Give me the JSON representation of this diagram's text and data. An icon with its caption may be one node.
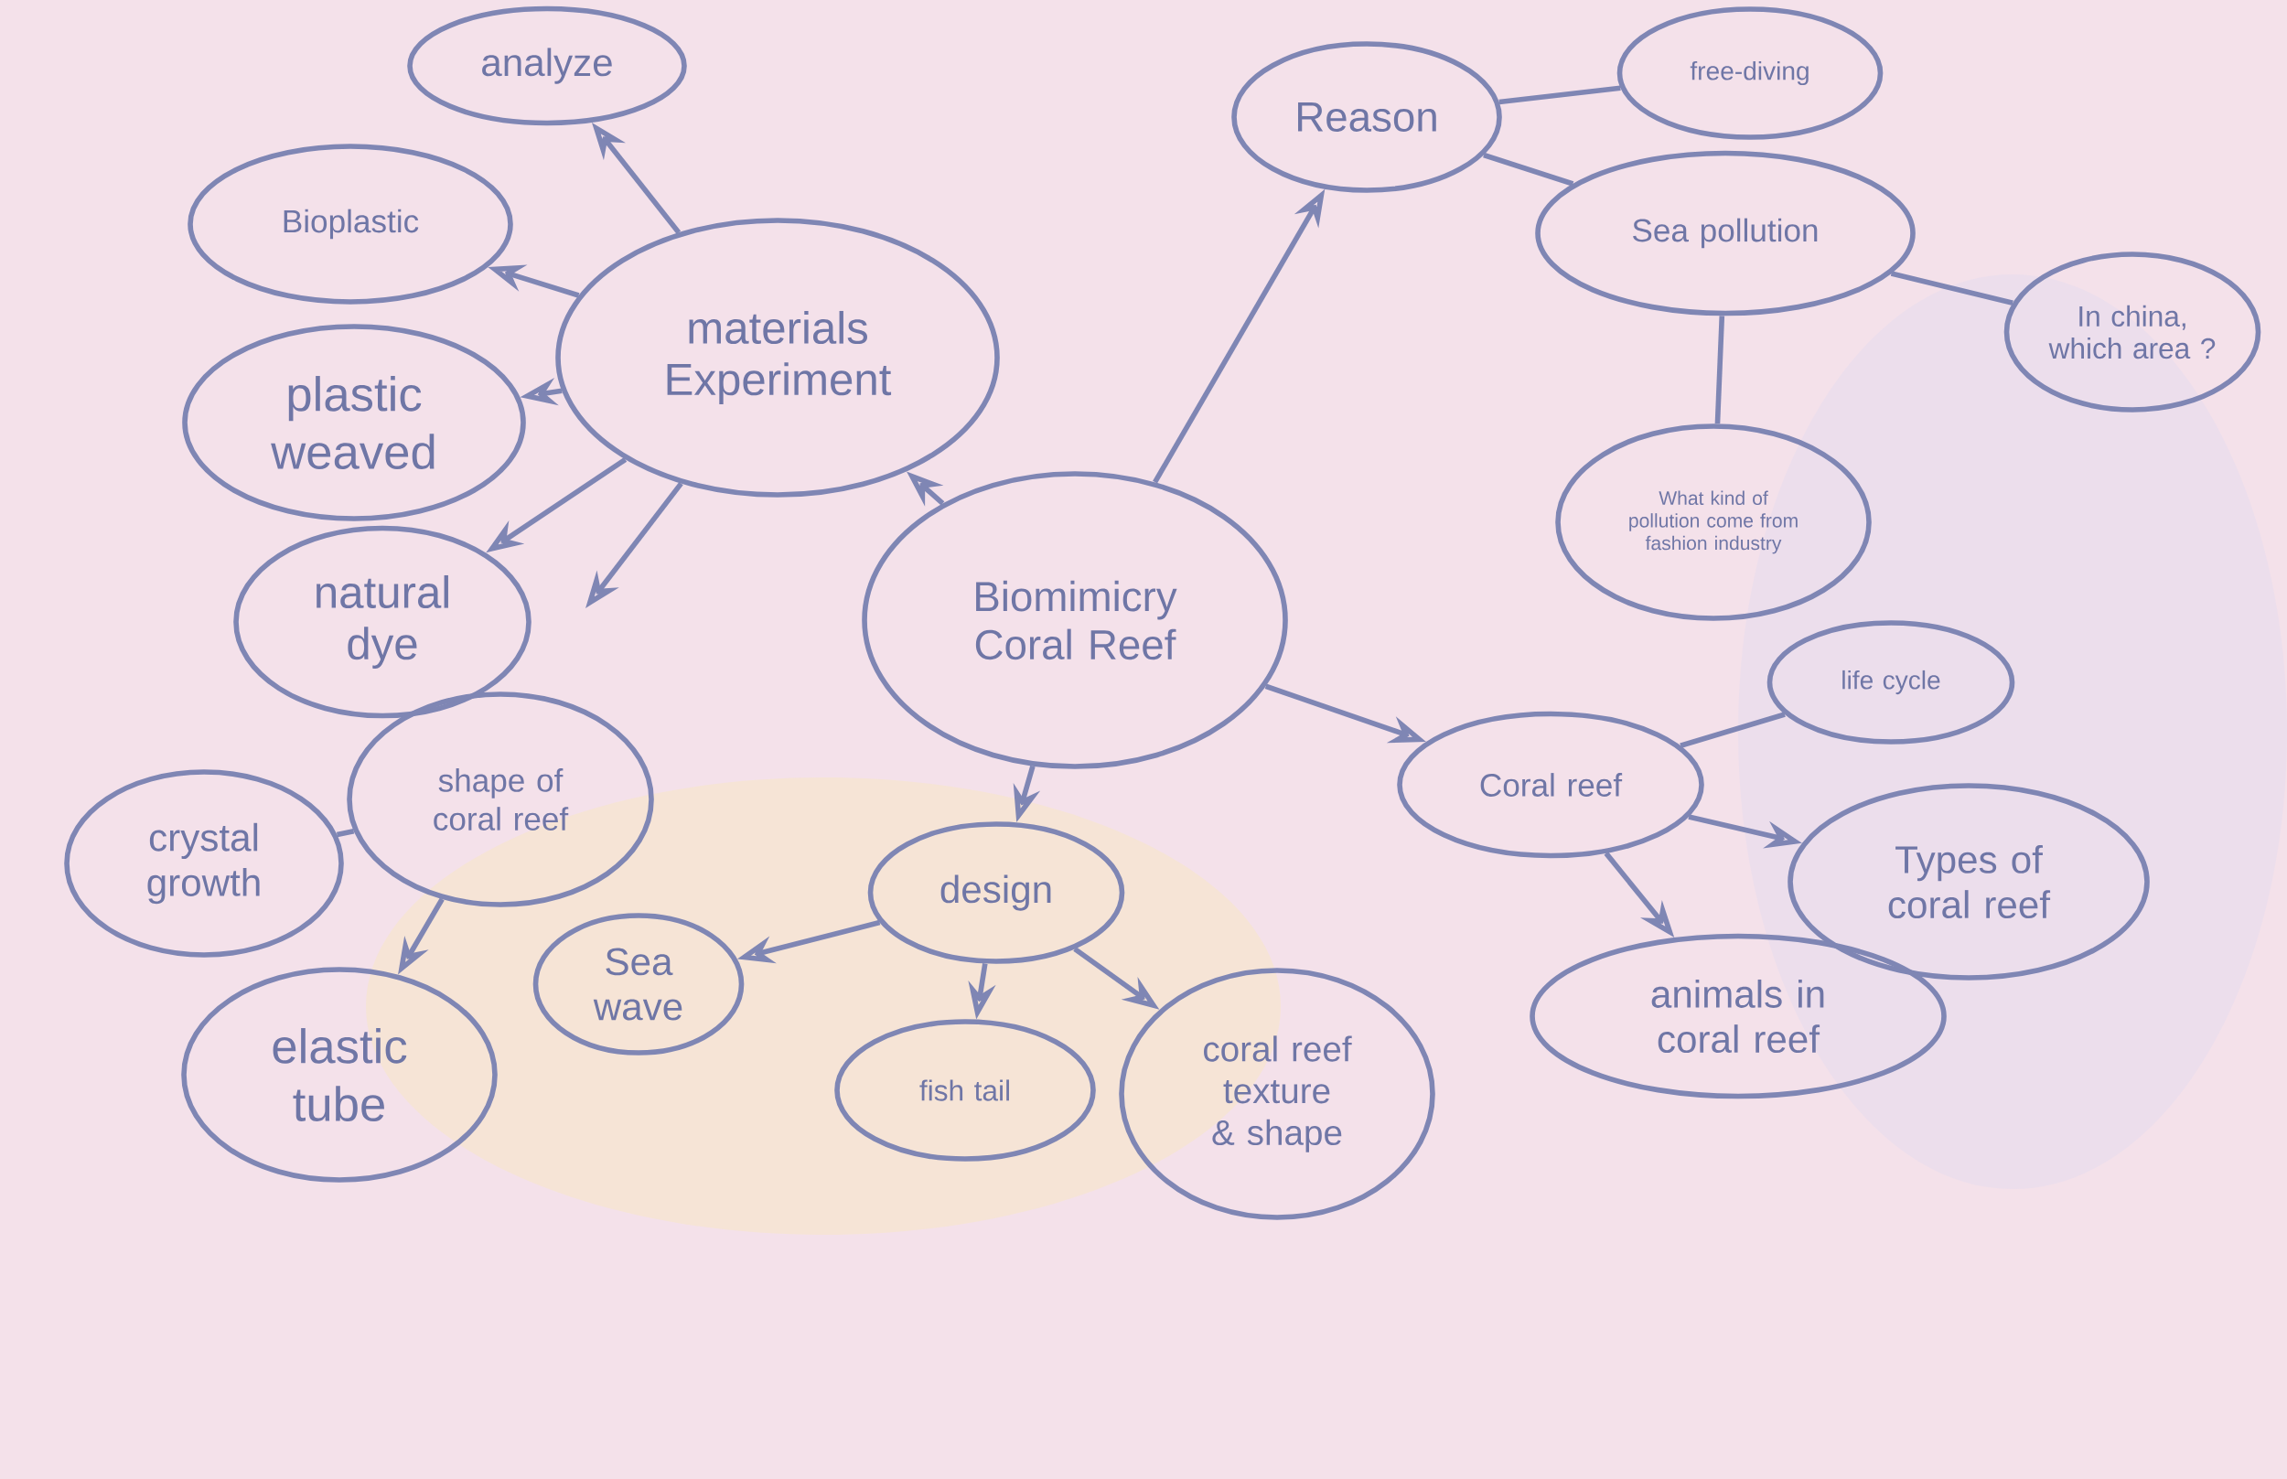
{
  "diagram": {
    "nodes": [
      {
        "text": [
          "analyze"
        ]
      },
      {
        "text": [
          "Bioplastic"
        ]
      },
      {
        "text": [
          "materials Experiment"
        ]
      },
      {
        "text": [
          "plastic weaved"
        ]
      },
      {
        "text": [
          "natural dye"
        ]
      },
      {
        "text": [
          "Reason"
        ]
      },
      {
        "text": [
          "free-diving"
        ]
      },
      {
        "text": [
          "Sea pollution"
        ]
      },
      {
        "text": [
          "In china, which area ?"
        ]
      },
      {
        "text": [
          "What kind of pollution come from fashion industry"
        ]
      },
      {
        "text": [
          "Biomimicry Coral Reef"
        ]
      },
      {
        "text": [
          "life cycle"
        ]
      },
      {
        "text": [
          "Coral reef"
        ]
      },
      {
        "text": [
          "crystal growth"
        ]
      },
      {
        "text": [
          "shape of coral reef"
        ]
      },
      {
        "text": [
          "Types of coral reef"
        ]
      },
      {
        "text": [
          "Sea wave"
        ]
      },
      {
        "text": [
          "design"
        ]
      },
      {
        "text": [
          "animals in coral reef"
        ]
      },
      {
        "text": [
          "elastic tube"
        ]
      },
      {
        "text": [
          "fish tail"
        ]
      },
      {
        "text": [
          "coral reef texture & shape"
        ]
      }
    ],
    "edges": [
      {
        "from": 2,
        "to": 0,
        "arrow": "to"
      },
      {
        "from": 2,
        "to": 1,
        "arrow": "to"
      },
      {
        "from": 2,
        "to": 3,
        "arrow": "to"
      },
      {
        "from": 2,
        "to": 4,
        "arrow": "to"
      },
      {
        "from": 2,
        "to": null,
        "arrow": "to"
      },
      {
        "from": 10,
        "to": 2,
        "arrow": "to"
      },
      {
        "from": 10,
        "to": 5,
        "arrow": "to"
      },
      {
        "from": 5,
        "to": 6,
        "arrow": "none"
      },
      {
        "from": 5,
        "to": 7,
        "arrow": "none"
      },
      {
        "from": 7,
        "to": 8,
        "arrow": "none"
      },
      {
        "from": 7,
        "to": 9,
        "arrow": "none"
      },
      {
        "from": 10,
        "to": 12,
        "arrow": "to"
      },
      {
        "from": 12,
        "to": 11,
        "arrow": "none"
      },
      {
        "from": 12,
        "to": 15,
        "arrow": "to"
      },
      {
        "from": 12,
        "to": 18,
        "arrow": "to"
      },
      {
        "from": 10,
        "to": 17,
        "arrow": "to"
      },
      {
        "from": 17,
        "to": 16,
        "arrow": "to"
      },
      {
        "from": 17,
        "to": 20,
        "arrow": "to"
      },
      {
        "from": 17,
        "to": 21,
        "arrow": "to"
      },
      {
        "from": 13,
        "to": 14,
        "arrow": "none"
      },
      {
        "from": 14,
        "to": 19,
        "arrow": "to"
      }
    ]
  }
}
